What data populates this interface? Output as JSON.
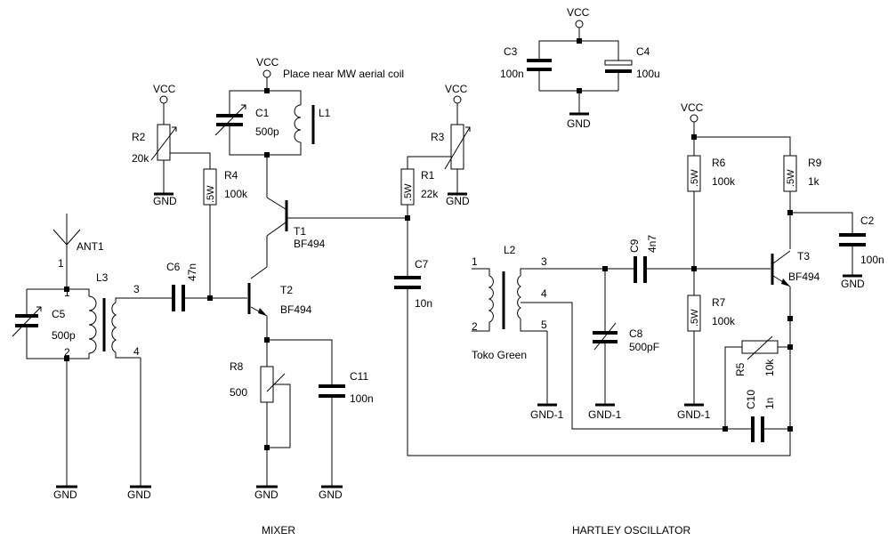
{
  "labels": {
    "vcc": "VCC",
    "gnd": "GND",
    "gnd1": "GND-1",
    "note": "Place near MW aerial coil",
    "mixer": "MIXER",
    "oscillator": "HARTLEY OSCILLATOR",
    "toko": "Toko Green",
    "five_w": ".5W"
  },
  "parts": {
    "ant1": "ANT1",
    "c1": {
      "ref": "C1",
      "val": "500p"
    },
    "c2": {
      "ref": "C2",
      "val": "100n"
    },
    "c3": {
      "ref": "C3",
      "val": "100n"
    },
    "c4": {
      "ref": "C4",
      "val": "100u"
    },
    "c5": {
      "ref": "C5",
      "val": "500p"
    },
    "c6": {
      "ref": "C6",
      "val": "47n"
    },
    "c7": {
      "ref": "C7",
      "val": "10n"
    },
    "c8": {
      "ref": "C8",
      "val": "500pF"
    },
    "c9": {
      "ref": "C9",
      "val": "4n7"
    },
    "c10": {
      "ref": "C10",
      "val": "1n"
    },
    "c11": {
      "ref": "C11",
      "val": "100n"
    },
    "r1": {
      "ref": "R1",
      "val": "22k"
    },
    "r2": {
      "ref": "R2",
      "val": "20k"
    },
    "r3": {
      "ref": "R3"
    },
    "r4": {
      "ref": "R4",
      "val": "100k"
    },
    "r5": {
      "ref": "R5",
      "val": "10k"
    },
    "r6": {
      "ref": "R6",
      "val": "100k"
    },
    "r7": {
      "ref": "R7",
      "val": "100k"
    },
    "r8": {
      "ref": "R8",
      "val": "500"
    },
    "r9": {
      "ref": "R9",
      "val": "1k"
    },
    "l1": "L1",
    "l2": "L2",
    "l3": "L3",
    "t1": {
      "ref": "T1",
      "val": "BF494"
    },
    "t2": {
      "ref": "T2",
      "val": "BF494"
    },
    "t3": {
      "ref": "T3",
      "val": "BF494"
    }
  },
  "pins": {
    "p1": "1",
    "p2": "2",
    "p3": "3",
    "p4": "4",
    "p5": "5"
  }
}
